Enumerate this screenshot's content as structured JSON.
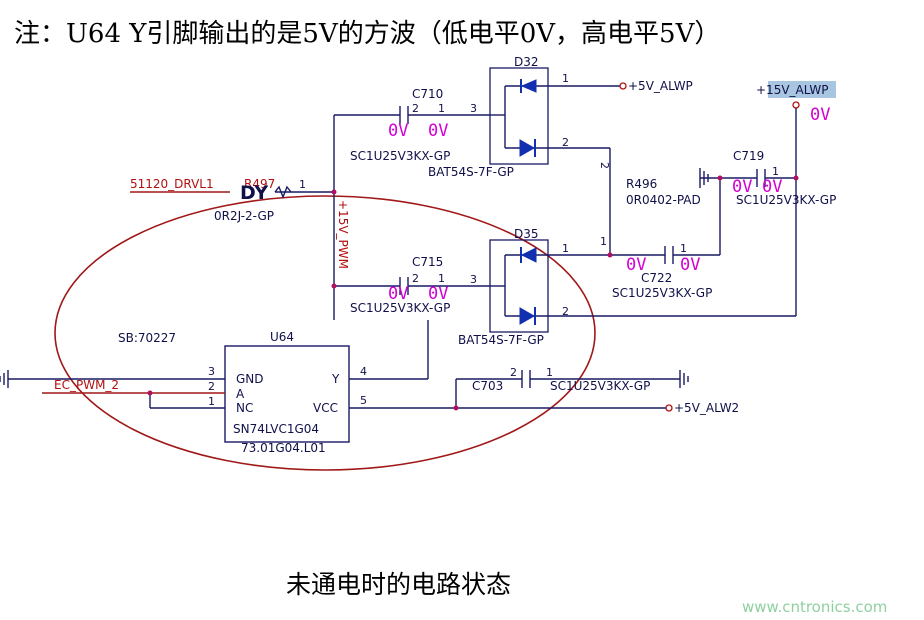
{
  "title": "注：U64 Y引脚输出的是5V的方波（低电平0V，高电平5V）",
  "caption": "未通电时的电路状态",
  "watermark": "www.cntronics.com",
  "sb_label": "SB:70227",
  "zero_v": "0V",
  "nets": {
    "drvl": "51120_DRVL1",
    "pwm_in": "EC_PWM_2",
    "v5_alwp": "+5V_ALWP",
    "v15_alwp": "+15V_ALWP",
    "v5_alw2": "+5V_ALW2",
    "v15_pwm": "+15V_PWM"
  },
  "parts": {
    "r497": {
      "ref": "R497",
      "value": "0R2J-2-GP",
      "mark": "DY",
      "pin": "1"
    },
    "c710": {
      "ref": "C710",
      "value": "SC1U25V3KX-GP"
    },
    "c715": {
      "ref": "C715",
      "value": "SC1U25V3KX-GP"
    },
    "c719": {
      "ref": "C719",
      "value": "SC1U25V3KX-GP"
    },
    "c722": {
      "ref": "C722",
      "value": "SC1U25V3KX-GP"
    },
    "c703": {
      "ref": "C703",
      "value": "SC1U25V3KX-GP"
    },
    "r496": {
      "ref": "R496",
      "value": "0R0402-PAD"
    },
    "d32": {
      "ref": "D32",
      "value": "BAT54S-7F-GP"
    },
    "d35": {
      "ref": "D35",
      "value": "BAT54S-7F-GP"
    },
    "u64": {
      "ref": "U64",
      "value": "SN74LVC1G04",
      "partno": "73.01G04.L01",
      "pins": {
        "gnd": "GND",
        "a": "A",
        "nc": "NC",
        "y": "Y",
        "vcc": "VCC"
      }
    }
  },
  "pin_numbers": {
    "one": "1",
    "two": "2",
    "three": "3",
    "four": "4",
    "five": "5"
  },
  "colors": {
    "wire": "#1a1a66",
    "annotation": "#d400d4",
    "circle": "#a01818",
    "diode": "#1030b0"
  }
}
